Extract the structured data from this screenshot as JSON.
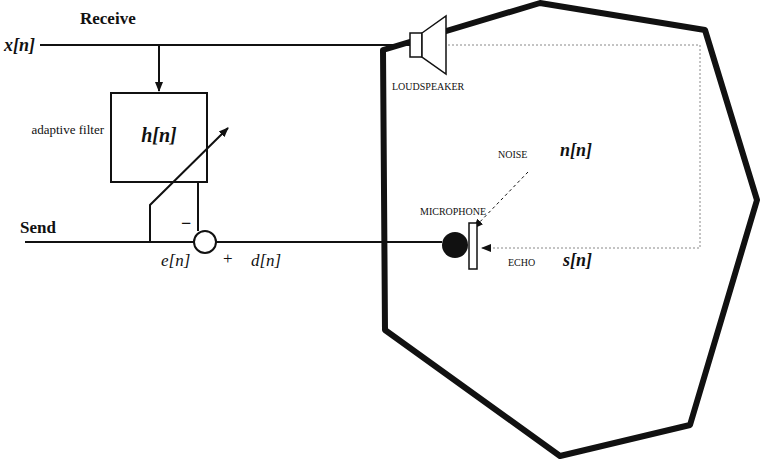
{
  "diagram": {
    "nodes": [
      {
        "text": [
          "adaptive filter",
          "h[n]"
        ]
      }
    ],
    "labels": [
      "Receive",
      "x[n]",
      "Send",
      "e[n]",
      "−",
      "+",
      "d[n]",
      "LOUDSPEAKER",
      "NOISE",
      "n[n]",
      "MICROPHONE",
      "ECHO",
      "s[n]"
    ]
  }
}
